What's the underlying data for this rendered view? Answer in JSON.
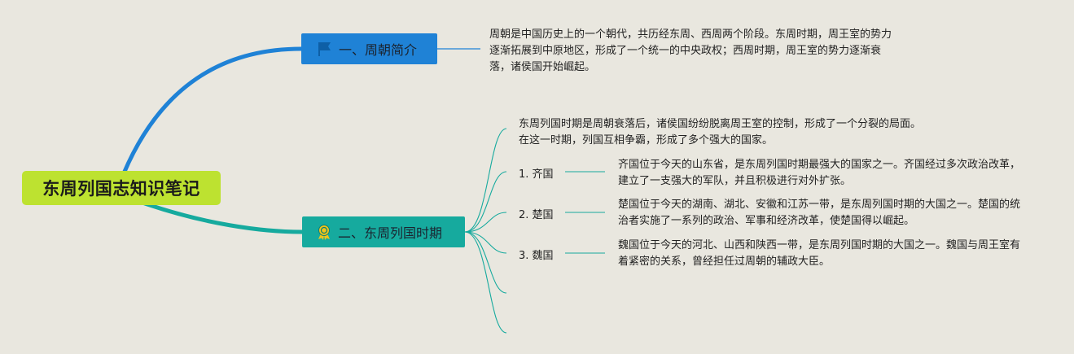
{
  "root": {
    "title": "东周列国志知识笔记"
  },
  "branches": [
    {
      "label": "一、周朝简介",
      "icon": "flag-icon",
      "color": "#1f82d6",
      "description": "周朝是中国历史上的一个朝代，共历经东周、西周两个阶段。东周时期，周王室的势力逐渐拓展到中原地区，形成了一个统一的中央政权；西周时期，周王室的势力逐渐衰落，诸侯国开始崛起。"
    },
    {
      "label": "二、东周列国时期",
      "icon": "award-ribbon-icon",
      "color": "#16aa9e",
      "description": "东周列国时期是周朝衰落后，诸侯国纷纷脱离周王室的控制，形成了一个分裂的局面。在这一时期，列国互相争霸，形成了多个强大的国家。",
      "items": [
        {
          "label": "1. 齐国",
          "detail": "齐国位于今天的山东省，是东周列国时期最强大的国家之一。齐国经过多次政治改革，建立了一支强大的军队，并且积极进行对外扩张。"
        },
        {
          "label": "2. 楚国",
          "detail": "楚国位于今天的湖南、湖北、安徽和江苏一带，是东周列国时期的大国之一。楚国的统治者实施了一系列的政治、军事和经济改革，使楚国得以崛起。"
        },
        {
          "label": "3. 魏国",
          "detail": "魏国位于今天的河北、山西和陕西一带，是东周列国时期的大国之一。魏国与周王室有着紧密的关系，曾经担任过周朝的辅政大臣。"
        }
      ]
    }
  ]
}
